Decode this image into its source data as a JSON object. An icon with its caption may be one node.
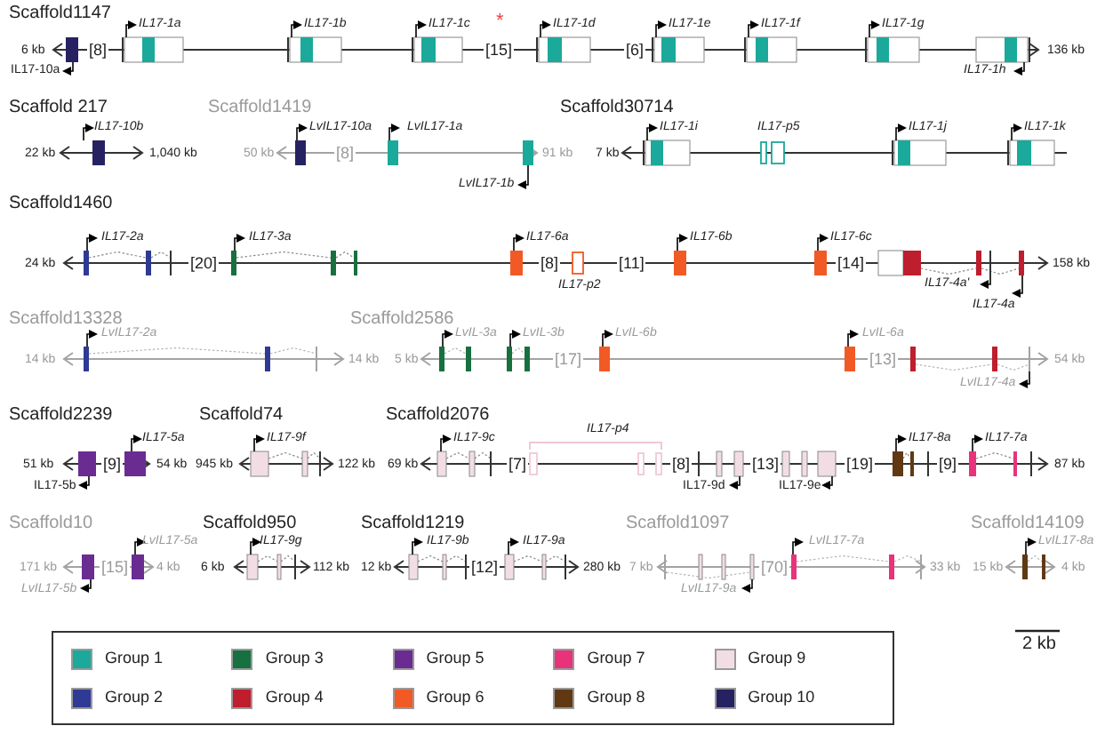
{
  "diagram": {
    "labels": [
      "Scaffold1147",
      "IL17-1a",
      "IL17-1b",
      "IL17-1c",
      "*",
      "IL17-1d",
      "IL17-1e",
      "IL17-1f",
      "IL17-1g",
      "6 kb",
      "[8]",
      "[15]",
      "[6]",
      "136 kb",
      "IL17-10a",
      "IL17-1h",
      "Scaffold 217",
      "Scaffold1419",
      "Scaffold30714",
      "IL17-10b",
      "LvIL17-10a",
      "LvIL17-1a",
      "IL17-1i",
      "IL17-p5",
      "IL17-1j",
      "IL17-1k",
      "22 kb",
      "1,040 kb",
      "50 kb",
      "[8]",
      "91 kb",
      "7 kb",
      "LvIL17-1b",
      "Scaffold1460",
      "IL17-2a",
      "IL17-3a",
      "IL17-6a",
      "IL17-6b",
      "IL17-6c",
      "24 kb",
      "[20]",
      "[8]",
      "[11]",
      "[14]",
      "158 kb",
      "IL17-p2",
      "IL17-4a'",
      "IL17-4a",
      "Scaffold13328",
      "Scaffold2586",
      "LvIL17-2a",
      "LvIL-3a",
      "LvIL-3b",
      "LvIL-6b",
      "LvIL-6a",
      "14 kb",
      "14 kb",
      "5 kb",
      "[17]",
      "[13]",
      "54 kb",
      "LvIL17-4a",
      "Scaffold2239",
      "Scaffold74",
      "Scaffold2076",
      "IL17-5a",
      "IL17-9f",
      "IL17-9c",
      "IL17-p4",
      "IL17-8a",
      "IL17-7a",
      "51 kb",
      "[9]",
      "54 kb",
      "945 kb",
      "122 kb",
      "69 kb",
      "[7]",
      "[8]",
      "[13]",
      "[19]",
      "[9]",
      "87 kb",
      "IL17-5b",
      "IL17-9d",
      "IL17-9e",
      "Scaffold10",
      "Scaffold950",
      "Scaffold1219",
      "Scaffold1097",
      "Scaffold14109",
      "LvIL17-5a",
      "IL17-9g",
      "IL17-9b",
      "IL17-9a",
      "LvIL17-7a",
      "LvIL17-8a",
      "171 kb",
      "[15]",
      "4 kb",
      "6 kb",
      "112 kb",
      "12 kb",
      "[12]",
      "280 kb",
      "7 kb",
      "[70]",
      "33 kb",
      "15 kb",
      "4 kb",
      "LvIL17-5b",
      "LvIL17-9a",
      "2 kb"
    ],
    "legend": [
      {
        "text": "Group 1",
        "color": "#1aa99a"
      },
      {
        "text": "Group 2",
        "color": "#2e3a93"
      },
      {
        "text": "Group 3",
        "color": "#17703f"
      },
      {
        "text": "Group 4",
        "color": "#be1e2d"
      },
      {
        "text": "Group 5",
        "color": "#6a2c91"
      },
      {
        "text": "Group 6",
        "color": "#f15a24"
      },
      {
        "text": "Group 7",
        "color": "#e8337a"
      },
      {
        "text": "Group 8",
        "color": "#603913"
      },
      {
        "text": "Group 9",
        "color": "#f3dde4"
      },
      {
        "text": "Group 10",
        "color": "#262262"
      }
    ]
  }
}
